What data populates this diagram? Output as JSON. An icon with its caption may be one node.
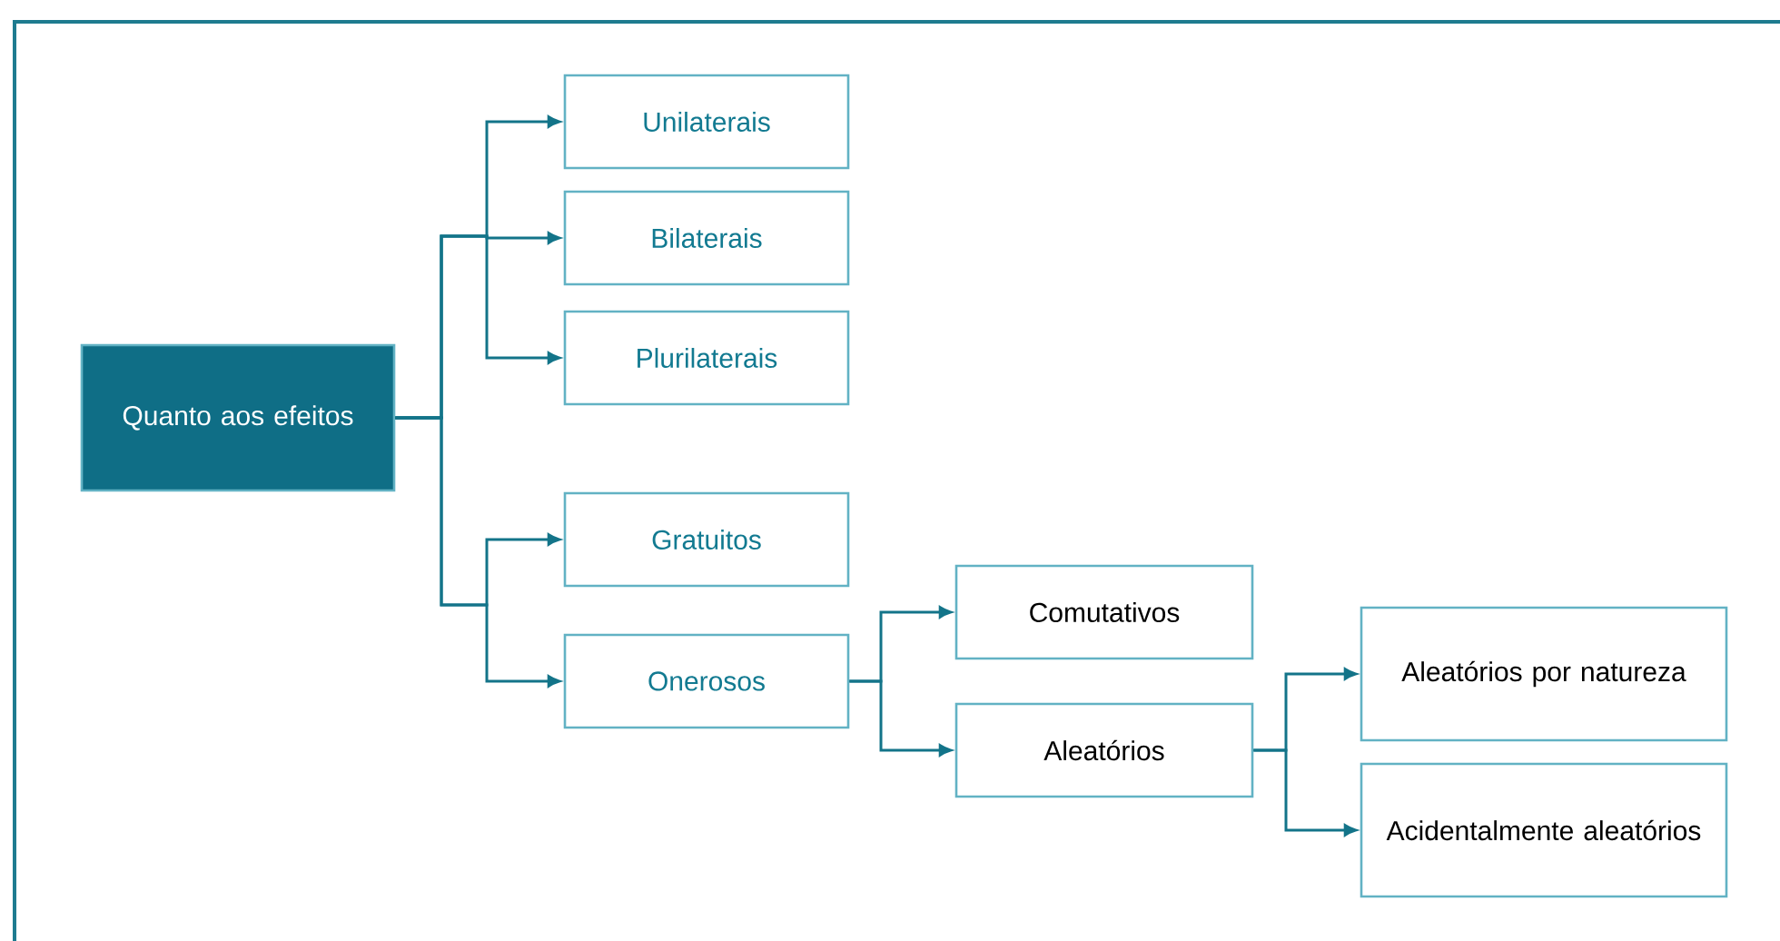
{
  "diagram": {
    "nodes": [
      {
        "text": [
          "Quanto aos efeitos"
        ]
      },
      {
        "text": [
          "Unilaterais"
        ]
      },
      {
        "text": [
          "Bilaterais"
        ]
      },
      {
        "text": [
          "Plurilaterais"
        ]
      },
      {
        "text": [
          "Gratuitos"
        ]
      },
      {
        "text": [
          "Onerosos"
        ]
      },
      {
        "text": [
          "Comutativos"
        ]
      },
      {
        "text": [
          "Aleatórios"
        ]
      },
      {
        "text": [
          "Aleatórios por natureza"
        ]
      },
      {
        "text": [
          "Acidentalmente aleatórios"
        ]
      }
    ],
    "edges": [
      {
        "from": 0,
        "to": 1,
        "arrow": "to"
      },
      {
        "from": 0,
        "to": 2,
        "arrow": "to"
      },
      {
        "from": 0,
        "to": 3,
        "arrow": "to"
      },
      {
        "from": 0,
        "to": 4,
        "arrow": "to"
      },
      {
        "from": 0,
        "to": 5,
        "arrow": "to"
      },
      {
        "from": 5,
        "to": 6,
        "arrow": "to"
      },
      {
        "from": 5,
        "to": 7,
        "arrow": "to"
      },
      {
        "from": 7,
        "to": 8,
        "arrow": "to"
      },
      {
        "from": 7,
        "to": 9,
        "arrow": "to"
      }
    ]
  }
}
